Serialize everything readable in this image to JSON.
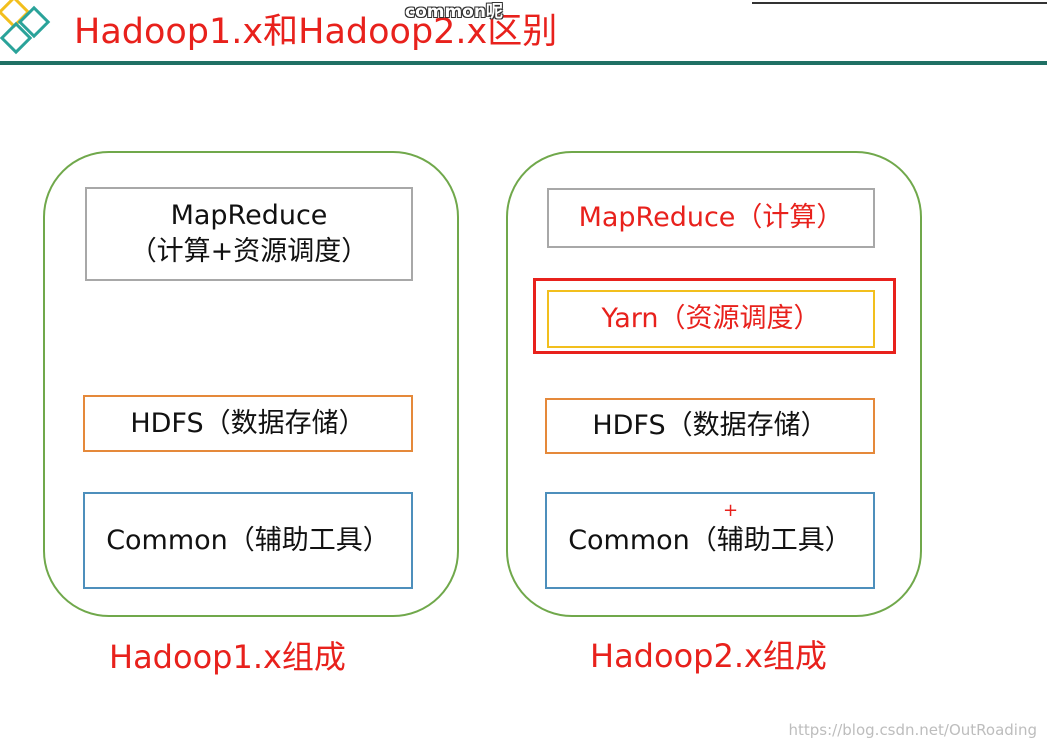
{
  "title": "Hadoop1.x和Hadoop2.x区别",
  "overlay_note": "common呢",
  "hadoop1": {
    "mapreduce_line1": "MapReduce",
    "mapreduce_line2": "（计算+资源调度）",
    "hdfs": "HDFS（数据存储）",
    "common": "Common（辅助工具）",
    "caption": "Hadoop1.x组成"
  },
  "hadoop2": {
    "mapreduce": "MapReduce（计算）",
    "yarn": "Yarn（资源调度）",
    "hdfs": "HDFS（数据存储）",
    "common": "Common（辅助工具）",
    "caption": "Hadoop2.x组成"
  },
  "cursor_mark": "+",
  "watermark": "https://blog.csdn.net/OutRoading",
  "colors": {
    "title_red": "#e8211c",
    "rule_teal": "#1f7064",
    "panel_green": "#70a84b",
    "box_gray": "#a8a8a8",
    "box_orange": "#e5893a",
    "box_blue": "#4d8fbc",
    "box_yellow": "#f2bf1d"
  }
}
